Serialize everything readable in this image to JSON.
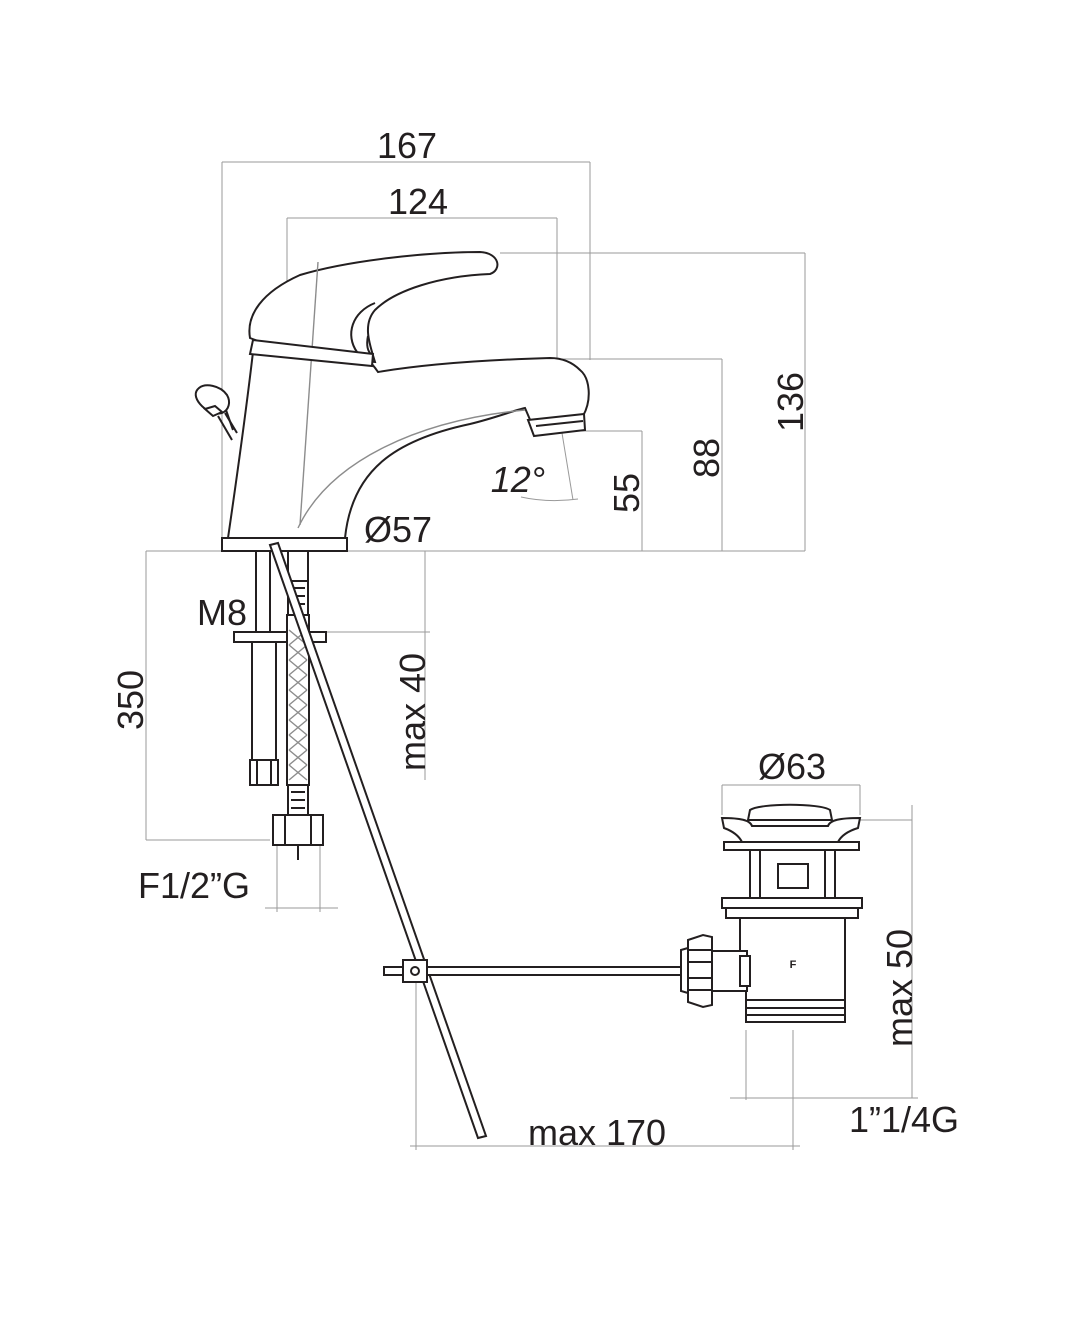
{
  "dimensions": {
    "overall_length": "167",
    "handle_length": "124",
    "total_height": "136",
    "spout_height": "88",
    "aerator_height": "55",
    "spray_angle": "12°",
    "base_diameter": "Ø57",
    "fixing_rod": "M8",
    "hose_length": "350",
    "max_deck_thickness": "max 40",
    "hose_connection": "F1/2”G",
    "waste_diameter": "Ø63",
    "waste_max_height": "max 50",
    "waste_rod_max": "max 170",
    "waste_thread": "1”1/4G"
  },
  "parts": {
    "waste_marker": "F"
  }
}
